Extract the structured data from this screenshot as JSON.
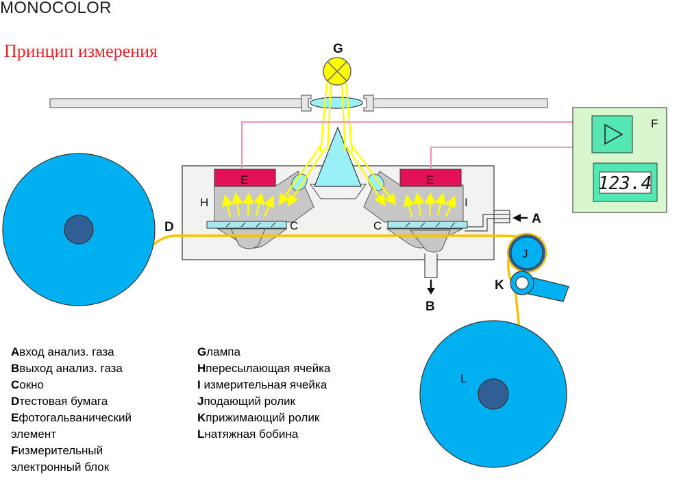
{
  "title": "MONOCOLOR",
  "subtitle": "Принцип измерения",
  "labels": {
    "A": "A",
    "B": "B",
    "C": "C",
    "D": "D",
    "E": "E",
    "F": "F",
    "G": "G",
    "H": "H",
    "I": "I",
    "J": "J",
    "K": "K",
    "L": "L"
  },
  "display_value": "123.4",
  "legend": [
    {
      "key": "A",
      "text": "вход анализ. газа"
    },
    {
      "key": "B",
      "text": "выход анализ. газа"
    },
    {
      "key": "C",
      "text": "окно"
    },
    {
      "key": "D",
      "text": "тестовая бумага"
    },
    {
      "key": "E",
      "text": "фотогальванический элемент"
    },
    {
      "key": "F",
      "text": "измерительный электронный блок"
    },
    {
      "key": "G",
      "text": "лампа"
    },
    {
      "key": "H",
      "text": "пересылающая ячейка"
    },
    {
      "key": "I",
      "text": " измерительная ячейка"
    },
    {
      "key": "J",
      "text": "подающий ролик"
    },
    {
      "key": "K",
      "text": "прижимающий ролик"
    },
    {
      "key": "L",
      "text": "натяжная бобина"
    }
  ],
  "colors": {
    "reel": "#00b0f0",
    "reel_hub": "#2f5f94",
    "paper": "#ffc000",
    "light_ray": "#ffff00",
    "photocell": "#e3105a",
    "signal_line": "#f58fb0",
    "housing": "#f2f2f2",
    "cell": "#c7c7c7",
    "electronics_box": "#d8f7cf",
    "amplifier": "#54e7b3",
    "prism": "#9af0f7",
    "window": "#a9e8f3"
  }
}
